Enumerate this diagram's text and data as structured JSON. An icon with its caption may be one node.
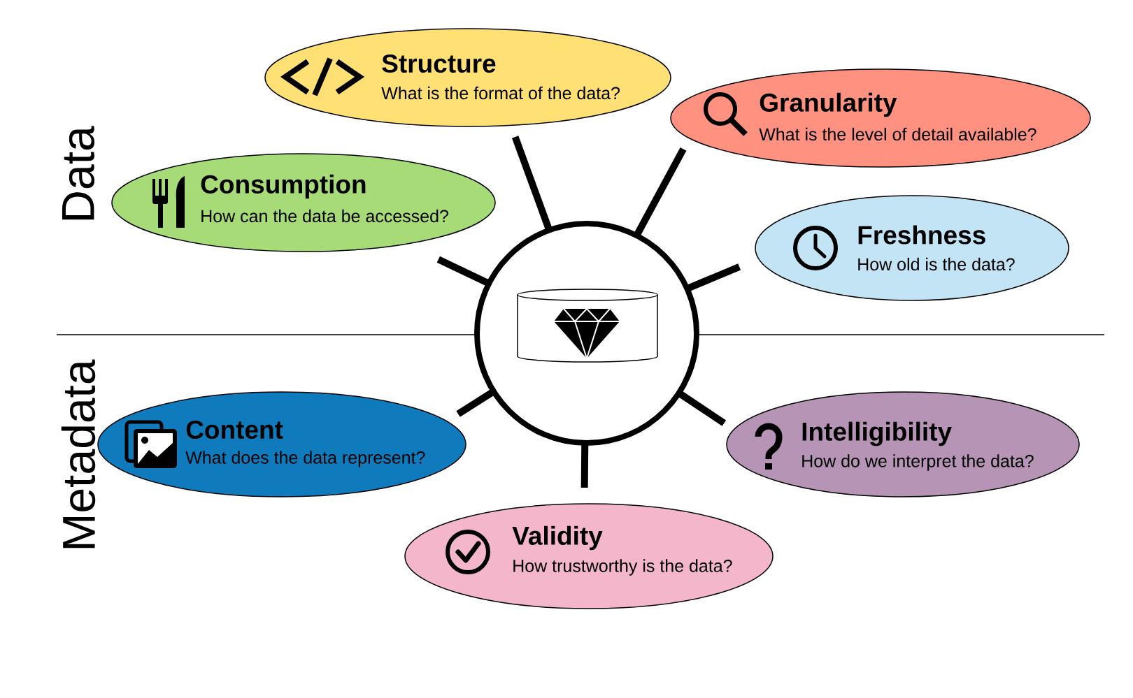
{
  "diagram": {
    "nodes": [
      {
        "text": [],
        "shape": "circle"
      },
      {
        "text": [
          "Structure",
          "What is the format of the data?"
        ]
      },
      {
        "text": [
          "Granularity",
          "What is the level of detail available?"
        ]
      },
      {
        "text": [
          "Consumption",
          "How can the data be accessed?"
        ]
      },
      {
        "text": [
          "Freshness",
          "How old is the data?"
        ]
      },
      {
        "text": [
          "Content",
          "What does the data represent?"
        ]
      },
      {
        "text": [
          "Intelligibility",
          "How do we interpret the data?"
        ]
      },
      {
        "text": [
          "Validity",
          "How trustworthy is the data?"
        ]
      }
    ],
    "edges": [
      {
        "from": 0,
        "to": 1,
        "arrow": "none"
      },
      {
        "from": 0,
        "to": 2,
        "arrow": "none"
      },
      {
        "from": 0,
        "to": 3,
        "arrow": "none"
      },
      {
        "from": 0,
        "to": 4,
        "arrow": "none"
      },
      {
        "from": 0,
        "to": 5,
        "arrow": "none"
      },
      {
        "from": 0,
        "to": 6,
        "arrow": "none"
      },
      {
        "from": 0,
        "to": 7,
        "arrow": "none"
      }
    ],
    "labels": [
      "Data",
      "Metadata"
    ]
  }
}
